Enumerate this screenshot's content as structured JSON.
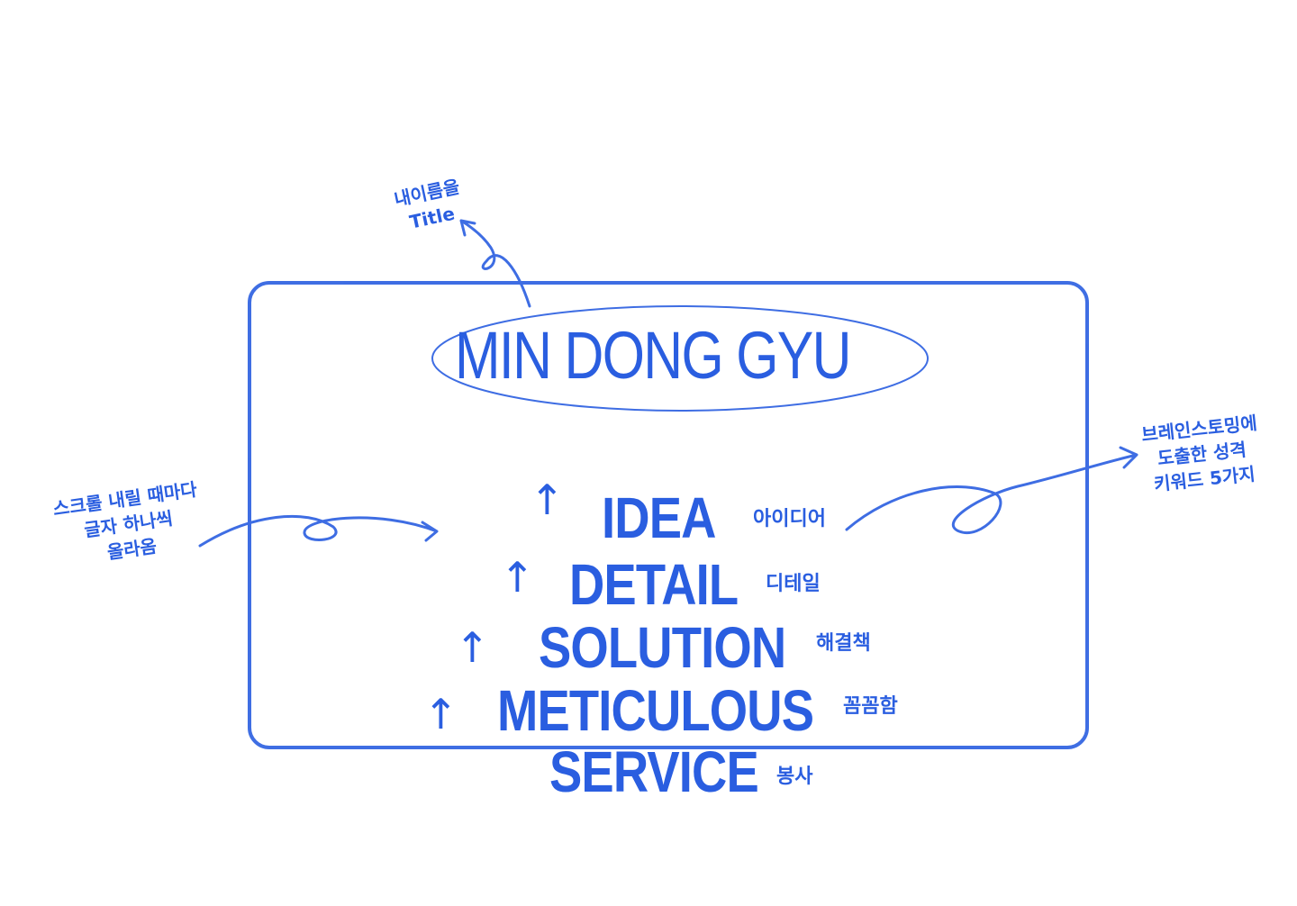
{
  "title_note": {
    "line1": "내이름을",
    "line2": "Title"
  },
  "title": "MIN DONG GYU",
  "keywords": [
    {
      "en": "IDEA",
      "ko": "아이디어"
    },
    {
      "en": "DETAIL",
      "ko": "디테일"
    },
    {
      "en": "SOLUTION",
      "ko": "해결책"
    },
    {
      "en": "METICULOUS",
      "ko": "꼼꼼함"
    },
    {
      "en": "SERVICE",
      "ko": "봉사"
    }
  ],
  "left_note": {
    "line1": "스크롤 내릴 때마다",
    "line2": "글자 하나씩",
    "line3": "올라옴"
  },
  "right_note": {
    "line1": "브레인스토밍에",
    "line2": "도출한 성격",
    "line3": "키워드 5가지"
  },
  "arrow_glyph": "↑",
  "stroke_color": "#2a5ee0"
}
